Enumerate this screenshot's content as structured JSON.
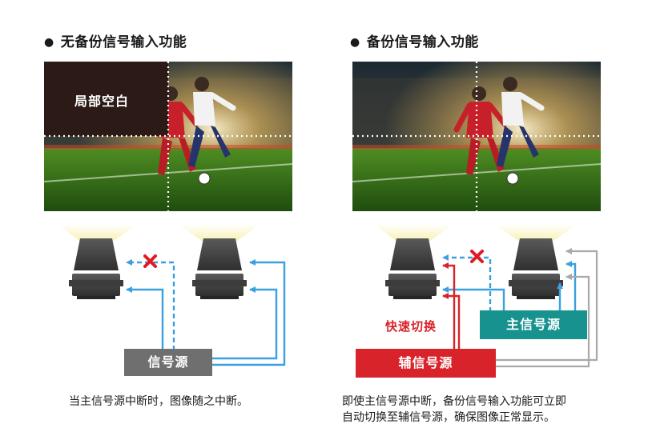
{
  "left": {
    "title": "无备份信号输入功能",
    "blank_label": "局部空白",
    "source_label": "信号源",
    "caption": "当主信号源中断时，图像随之中断。"
  },
  "right": {
    "title": "备份信号输入功能",
    "switch_label": "快速切换",
    "main_source_label": "主信号源",
    "backup_source_label": "辅信号源",
    "caption_line1": "即使主信号源中断，备份信号输入功能可立即",
    "caption_line2": "自动切换至辅信号源，确保图像正常显示。"
  },
  "colors": {
    "signal_blue": "#3ba0e0",
    "failure_red": "#e01a22",
    "source_gray": "#6f6f6f",
    "main_source_teal": "#17928f",
    "backup_source_red": "#d8232a",
    "cable_gray": "#a9a9a9"
  }
}
